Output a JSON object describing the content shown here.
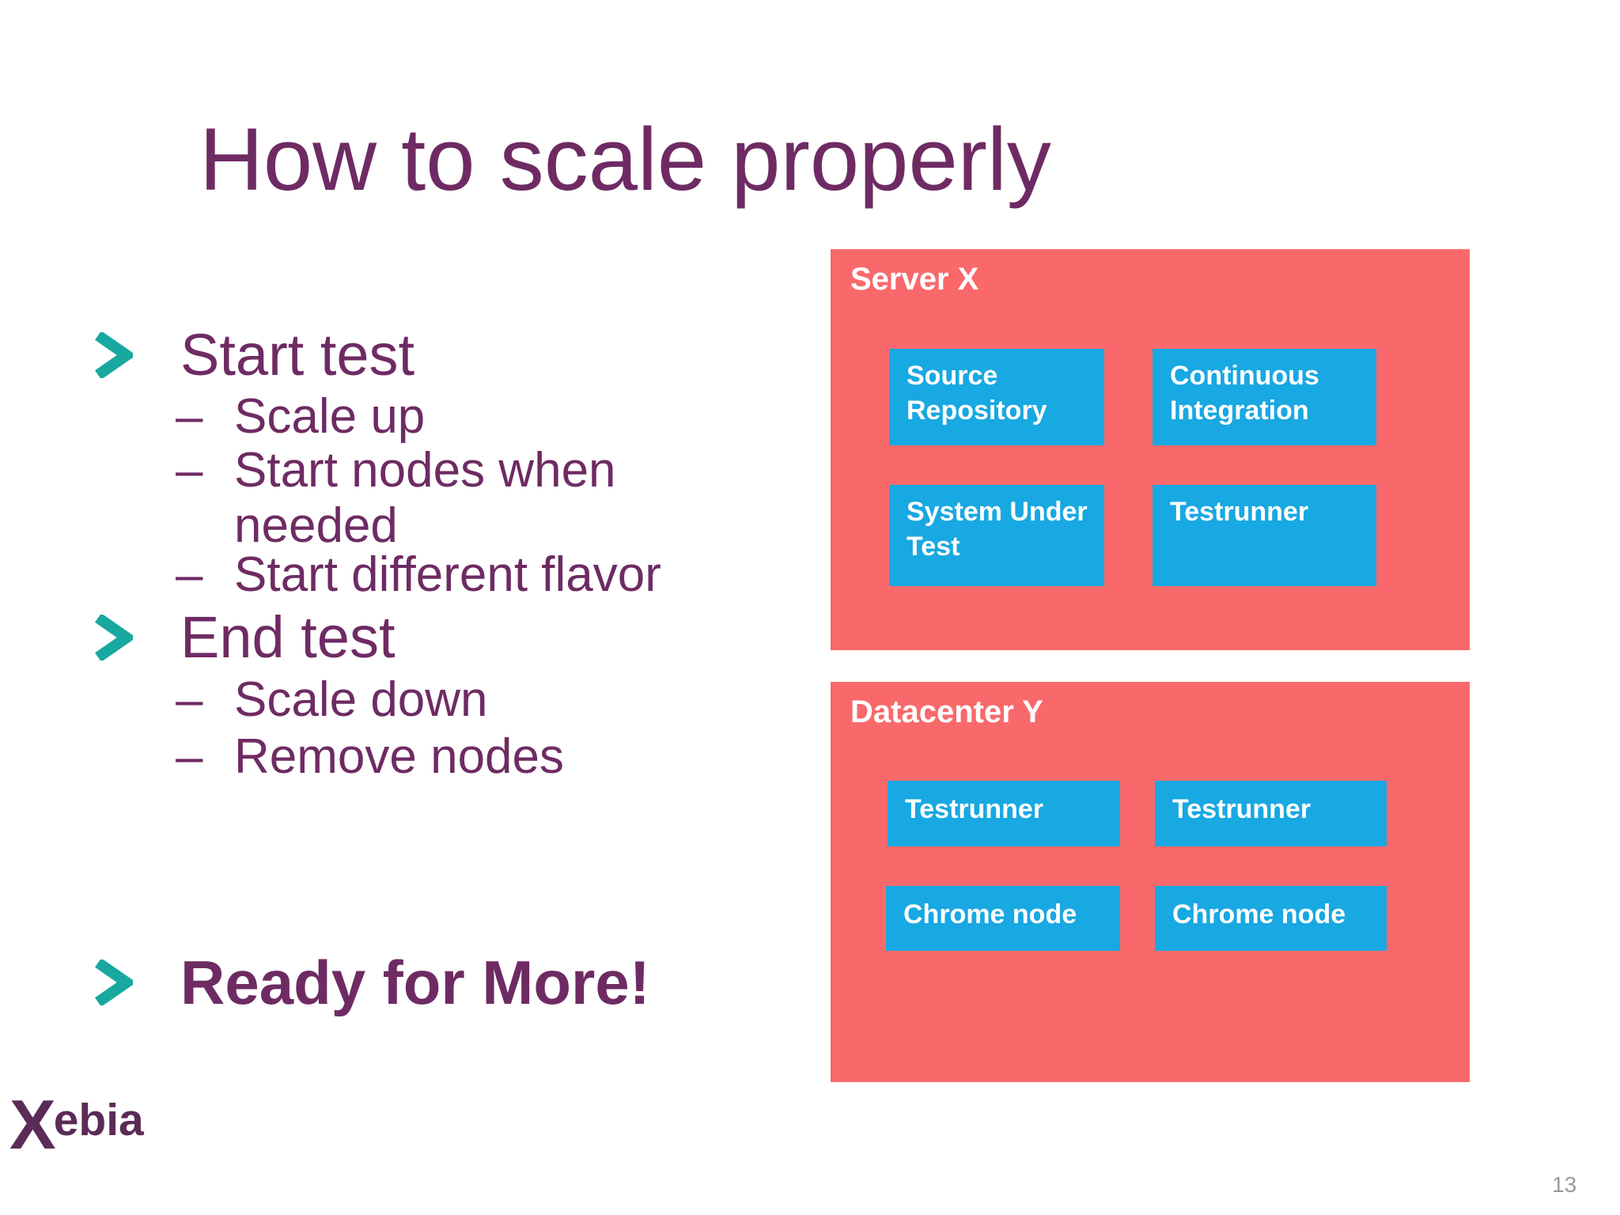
{
  "slide": {
    "title": "How to scale properly",
    "page_number": "13"
  },
  "logo": {
    "x": "X",
    "rest": "ebia"
  },
  "bullets": {
    "dash": "–",
    "items": [
      {
        "label": "Start test",
        "sub": [
          "Scale up",
          "Start nodes when needed",
          "Start different flavor"
        ]
      },
      {
        "label": "End test",
        "sub": [
          "Scale down",
          "Remove nodes"
        ]
      },
      {
        "label": "Ready for More!",
        "sub": []
      }
    ]
  },
  "diagram": {
    "containers": [
      {
        "title": "Server X",
        "nodes": [
          "Source Repository",
          "Continuous Integration",
          "System Under Test",
          "Testrunner"
        ]
      },
      {
        "title": "Datacenter Y",
        "nodes": [
          "Testrunner",
          "Testrunner",
          "Chrome node",
          "Chrome node"
        ]
      }
    ]
  },
  "colors": {
    "title_purple": "#6E2B63",
    "accent_teal": "#18A89F",
    "container_red": "#F9696B",
    "node_blue": "#18A8E2",
    "node_text": "#FFFFFF",
    "logo_purple": "#5B2B58",
    "page_number_gray": "#9B9B9B"
  }
}
